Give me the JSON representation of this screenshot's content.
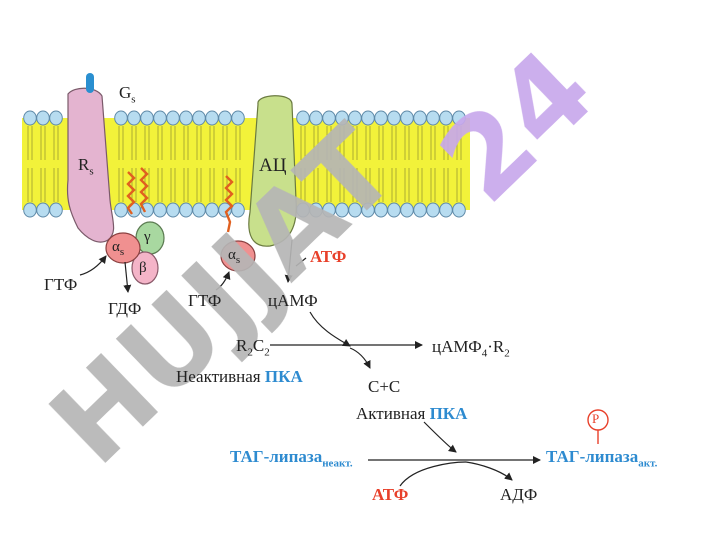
{
  "membrane": {
    "g_label": "G",
    "g_sub": "s",
    "receptor_label": "R",
    "receptor_sub": "s",
    "ac_label": "АЦ",
    "alpha_label": "α",
    "alpha_sub": "s",
    "beta_label": "β",
    "gamma_label": "γ"
  },
  "labels": {
    "gtp_1": "ГТФ",
    "gdp": "ГДФ",
    "gtp_2": "ГТФ",
    "camp": "цАМФ",
    "atp_top": "АТФ",
    "r2c2": "R",
    "r2c2_sub1": "2",
    "r2c2_c": "C",
    "r2c2_sub2": "2",
    "camp4r2": "цАМФ",
    "camp4r2_sub1": "4",
    "camp4r2_mid": "·R",
    "camp4r2_sub2": "2",
    "inactive_text": "Неактивная ",
    "pka_1": "ПКА",
    "cc": "С+С",
    "active_text": "Активная ",
    "pka_2": "ПКА",
    "tag_inactive": "ТАГ-липаза",
    "tag_inactive_sub": "неакт.",
    "tag_active": "ТАГ-липаза",
    "tag_active_sub": "акт.",
    "phosphate": "Р",
    "atp_bottom": "АТФ",
    "adp": "АДФ"
  },
  "watermark": "HUJJAT24",
  "colors": {
    "membrane_yellow": "#f2f23a",
    "head_blue": "#b7dcf0",
    "receptor_pink": "#e4b4d0",
    "ac_green": "#c8e08c",
    "alpha_red": "#f09090",
    "gamma_green": "#a8d8a0",
    "beta_pink": "#f4b4c8",
    "text_blue": "#2e8bd0",
    "text_red": "#e8402a",
    "watermark_grey": "#b5b5b5",
    "watermark_violet": "#c8a8ec"
  }
}
